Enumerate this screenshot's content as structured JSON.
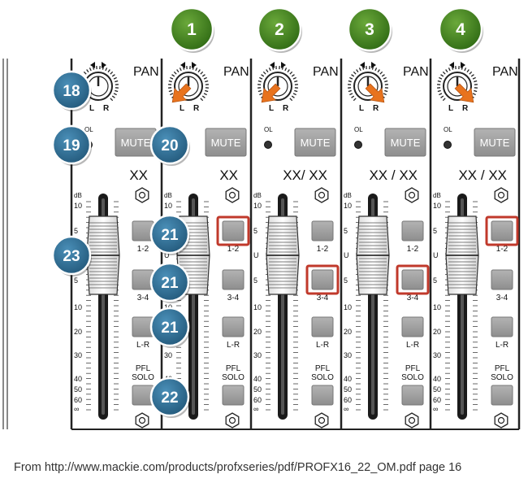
{
  "diagram": {
    "top_labels": [
      "1",
      "2",
      "3",
      "4"
    ],
    "side_labels": [
      "18",
      "19",
      "20",
      "21",
      "21",
      "21",
      "22",
      "23"
    ],
    "channels": [
      {
        "id": "A",
        "pan_label": "PAN",
        "l": "L",
        "r": "R",
        "ol": "OL",
        "mute": "MUTE",
        "name": "XX",
        "sub12": "1-2",
        "sub34": "3-4",
        "sublr": "L-R",
        "pfl": "PFL",
        "solo": "SOLO"
      },
      {
        "id": "B",
        "pan_label": "PAN",
        "l": "L",
        "r": "R",
        "ol": "",
        "mute": "MUTE",
        "name": "XX",
        "sub12": "1-2",
        "sub34": "3-4",
        "sublr": "L-R",
        "pfl": "PFL",
        "solo": "SOLO"
      },
      {
        "id": "C",
        "pan_label": "PAN",
        "l": "L",
        "r": "R",
        "ol": "OL",
        "mute": "MUTE",
        "name": "XX/ XX",
        "sub12": "1-2",
        "sub34": "3-4",
        "sublr": "L-R",
        "pfl": "PFL",
        "solo": "SOLO"
      },
      {
        "id": "D",
        "pan_label": "PAN",
        "l": "L",
        "r": "R",
        "ol": "OL",
        "mute": "MUTE",
        "name": "XX / XX",
        "sub12": "1-2",
        "sub34": "3-4",
        "sublr": "L-R",
        "pfl": "PFL",
        "solo": "SOLO"
      },
      {
        "id": "E",
        "pan_label": "PAN",
        "l": "L",
        "r": "R",
        "ol": "OL",
        "mute": "MUTE",
        "name": "XX / XX",
        "sub12": "1-2",
        "sub34": "3-4",
        "sublr": "L-R",
        "pfl": "PFL",
        "solo": "SOLO"
      }
    ],
    "fader_scale": [
      "dB",
      "10",
      "5",
      "U",
      "5",
      "10",
      "20",
      "30",
      "40",
      "50",
      "60",
      "∞"
    ],
    "highlights": [
      "B:1-2",
      "C:3-4",
      "D:3-4",
      "E:1-2"
    ],
    "colors": {
      "green_badge": "#3f7f1e",
      "blue_badge": "#2d6f96",
      "orange_arrow": "#e8731e",
      "highlight_box": "#c0392b",
      "button_gray": "#9a9a9a"
    }
  },
  "caption": "From http://www.mackie.com/products/profxseries/pdf/PROFX16_22_OM.pdf  page 16"
}
